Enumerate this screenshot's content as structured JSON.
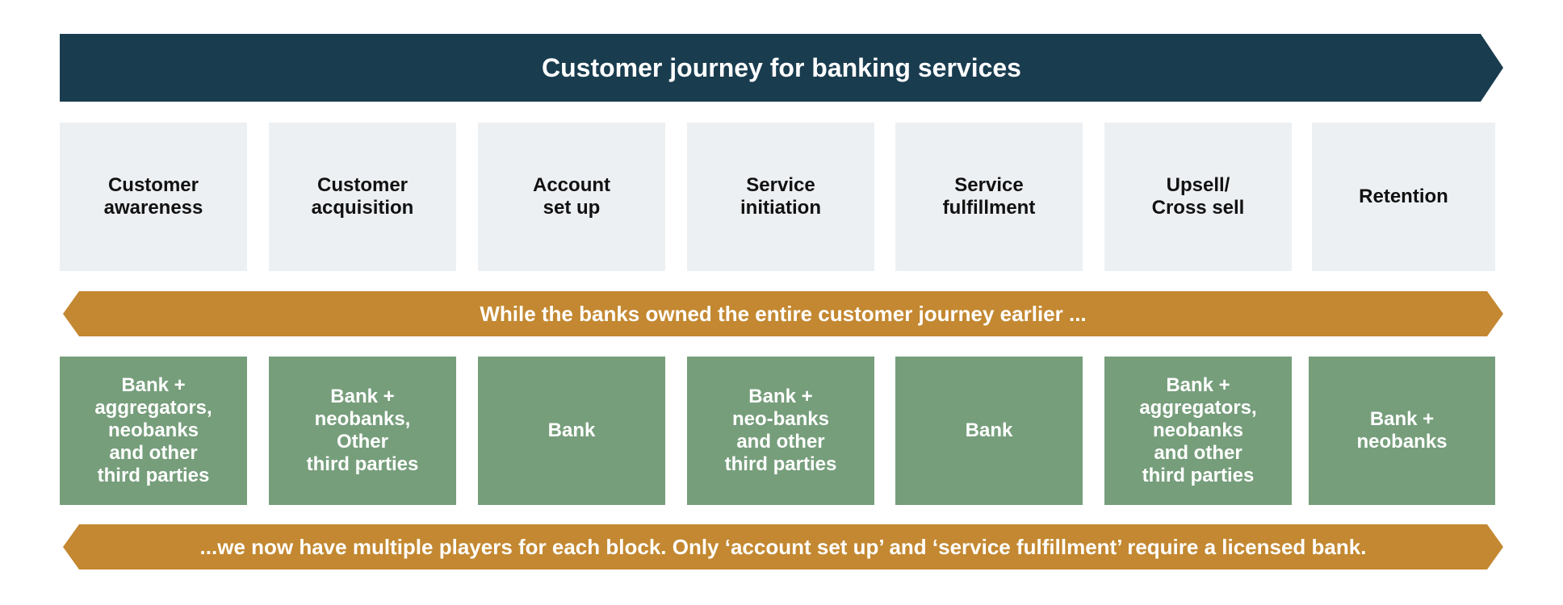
{
  "header": {
    "title": "Customer journey for banking services"
  },
  "stages": [
    "Customer\nawareness",
    "Customer\nacquisition",
    "Account\nset up",
    "Service\ninitiation",
    "Service\nfulfillment",
    "Upsell/\nCross sell",
    "Retention"
  ],
  "ribbons": {
    "top": "While the banks owned the entire customer journey earlier ...",
    "bottom": "...we now have multiple players for each block. Only ‘account set up’ and ‘service fulfillment’ require a licensed bank."
  },
  "players": [
    "Bank +\naggregators,\nneobanks\nand other\nthird parties",
    "Bank +\nneobanks,\nOther\nthird parties",
    "Bank",
    "Bank +\nneo-banks\nand other\nthird parties",
    "Bank",
    "Bank +\naggregators,\nneobanks\nand other\nthird parties",
    "Bank +\nneobanks"
  ],
  "colors": {
    "banner": "#193c4f",
    "stage_box": "#edf0f3",
    "player_box": "#769e7b",
    "ribbon": "#c38831"
  }
}
